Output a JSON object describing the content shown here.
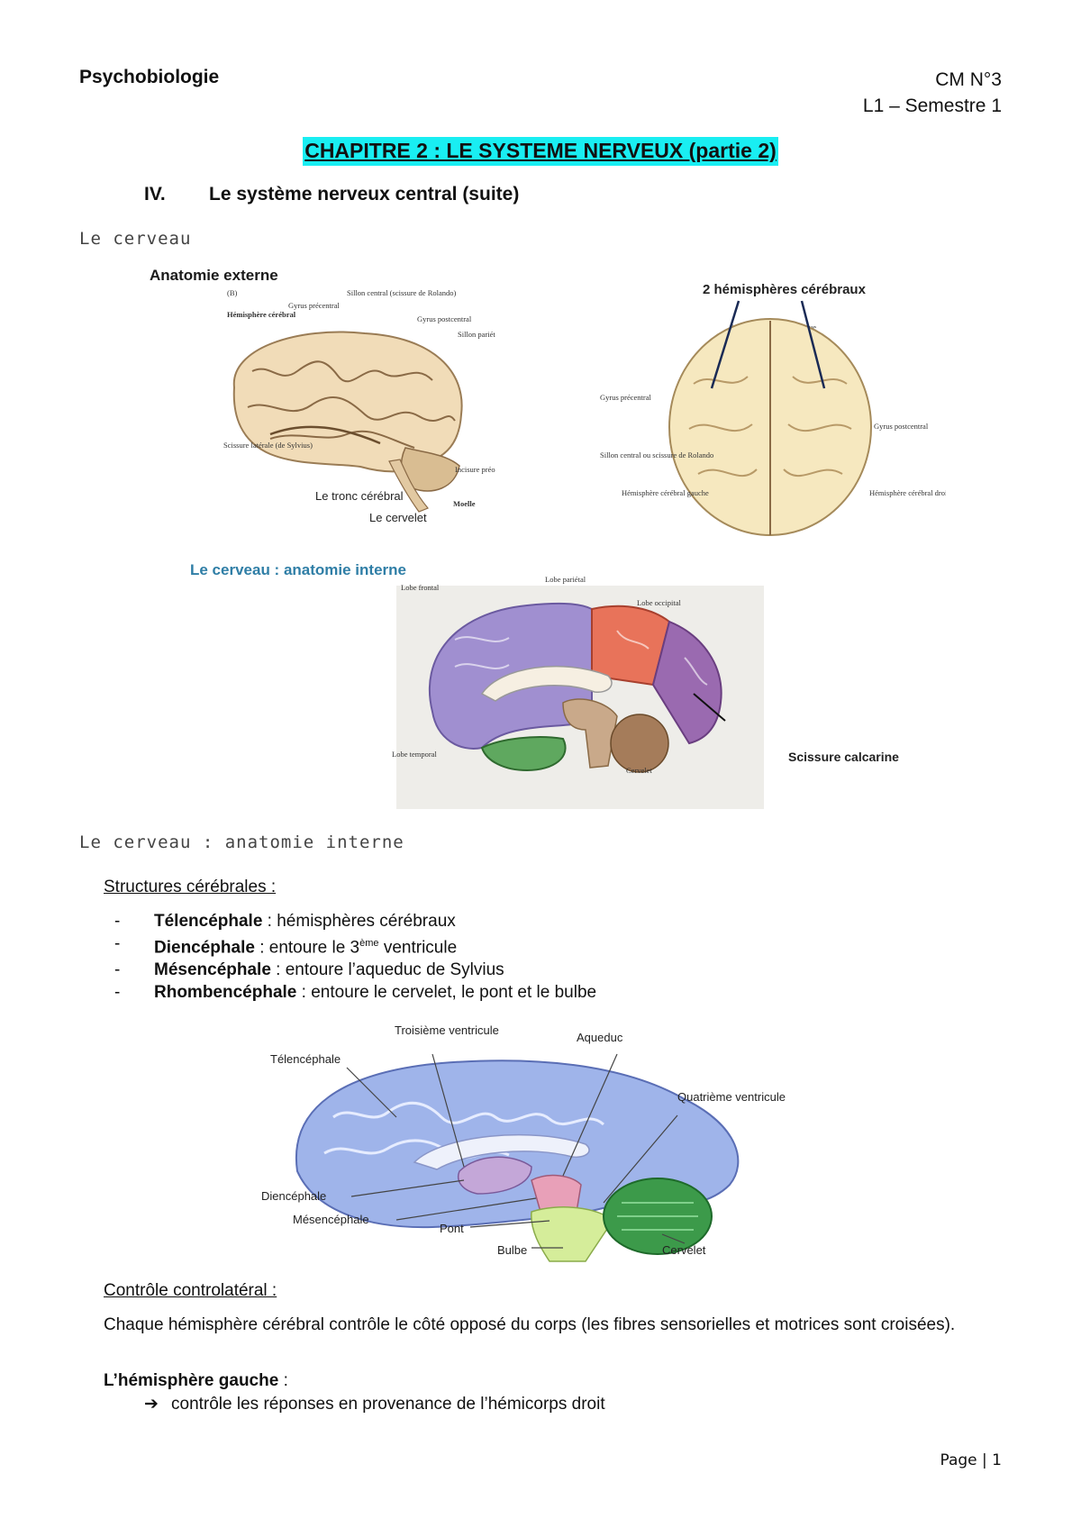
{
  "header": {
    "course": "Psychobiologie",
    "cm": "CM N°3",
    "semester": "L1 – Semestre 1"
  },
  "title": "CHAPITRE 2 : LE SYSTEME NERVEUX (partie 2)",
  "section": {
    "number": "IV.",
    "label": "Le système nerveux central (suite)"
  },
  "subheading_1": "Le cerveau",
  "figure_external": {
    "title": "Anatomie externe",
    "tag": "(B)",
    "labels": {
      "hemisphere": "Hémisphère cérébral",
      "precentral": "Gyrus précentral",
      "sillon_central": "Sillon central (scissure de Rolando)",
      "postcentral": "Gyrus postcentral",
      "parieto": "Sillon pariéto-occipital",
      "sylvius": "Scissure latérale (de Sylvius)",
      "incisure": "Incisure préoccipi",
      "moelle": "Moelle",
      "tronc": "Le tronc cérébral",
      "cervelet": "Le cervelet"
    }
  },
  "figure_top": {
    "title": "2 hémisphères cérébraux",
    "labels": {
      "interhemi": "Scissure interhémisphérique",
      "precentral": "Gyrus précentral",
      "postcentral": "Gyrus postcentral",
      "sillon": "Sillon central ou scissure de Rolando",
      "gauche": "Hémisphère cérébral gauche",
      "droit": "Hémisphère cérébral droit"
    }
  },
  "figure_internal": {
    "title": "Le cerveau : anatomie interne",
    "labels": {
      "frontal": "Lobe frontal",
      "parietal": "Lobe pariétal",
      "occipital": "Lobe occipital",
      "temporal": "Lobe temporal",
      "cervelet": "Cervelet",
      "calcarine": "Scissure calcarine"
    }
  },
  "subheading_2": "Le cerveau : anatomie interne",
  "structures": {
    "heading": "Structures cérébrales :",
    "items": [
      {
        "term": "Télencéphale",
        "rest": " : hémisphères cérébraux"
      },
      {
        "term": "Diencéphale",
        "rest_a": " : entoure le 3",
        "sup": "ème",
        "rest_b": " ventricule"
      },
      {
        "term": "Mésencéphale",
        "rest": " : entoure l’aqueduc de Sylvius"
      },
      {
        "term": "Rhombencéphale",
        "rest": " : entoure le cervelet, le pont et le bulbe"
      }
    ]
  },
  "figure_struct": {
    "labels": {
      "troisieme": "Troisième ventricule",
      "aqueduc": "Aqueduc",
      "telencephale": "Télencéphale",
      "quatrieme": "Quatrième ventricule",
      "diencephale": "Diencéphale",
      "mesencephale": "Mésencéphale",
      "pont": "Pont",
      "bulbe": "Bulbe",
      "cervelet": "Cervelet"
    }
  },
  "controle": {
    "heading": "Contrôle controlatéral :",
    "paragraph": "Chaque hémisphère cérébral contrôle le côté opposé du corps (les fibres sensorielles et motrices sont croisées).",
    "left_label": "L’hémisphère gauche",
    "left_colon": " :",
    "arrow": "➔",
    "bullet": "contrôle les réponses en provenance de l’hémicorps droit"
  },
  "footer": {
    "page_label": "Page",
    "sep": "|",
    "page_num": "1"
  },
  "colors": {
    "title_highlight": "#19eef2",
    "internal_title": "#2f7ea6",
    "brain_skin": "#f1dcb8"
  }
}
